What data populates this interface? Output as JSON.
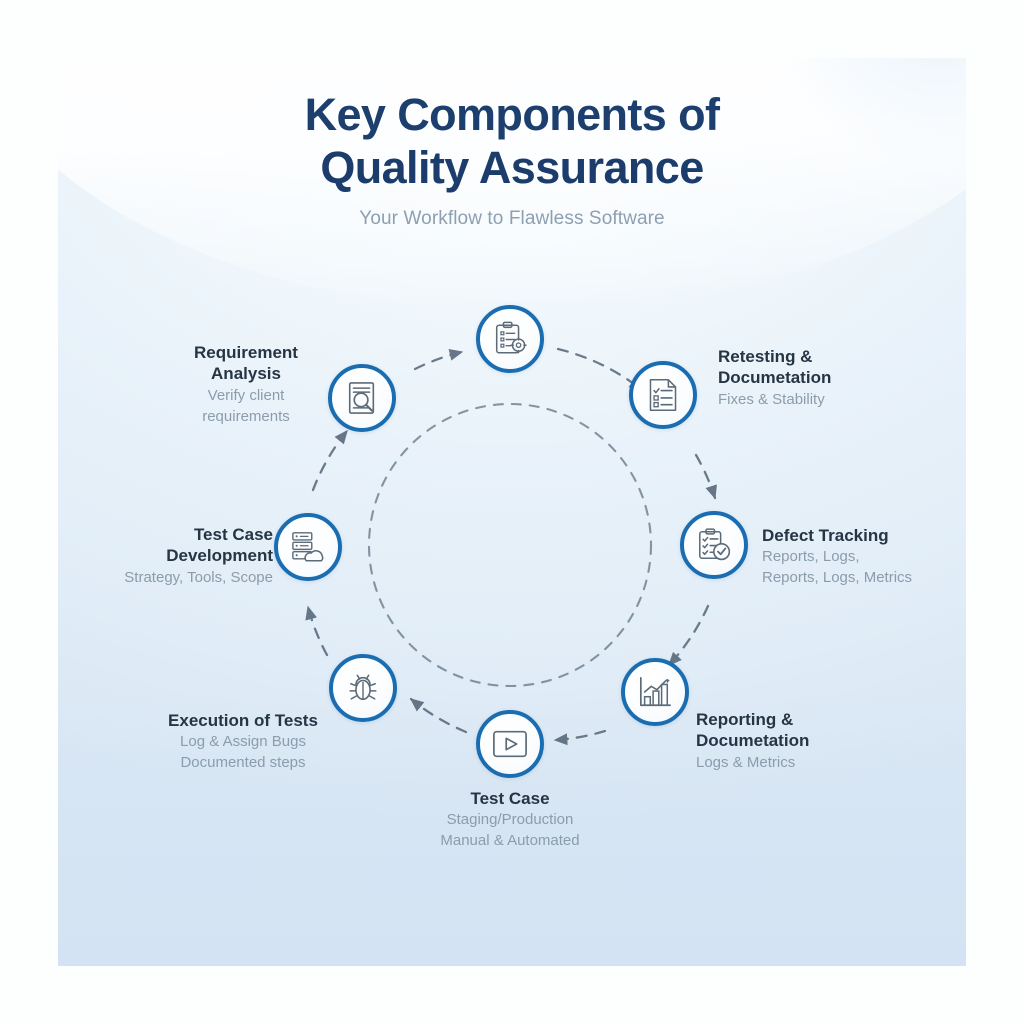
{
  "header": {
    "title_line1": "Key Components of",
    "title_line2": "Quality Assurance",
    "subtitle": "Your Workflow to Flawless Software"
  },
  "colors": {
    "title": "#1d3f6e",
    "subtitle": "#8d9fb0",
    "node_ring": "#1a6db0",
    "node_title": "#263544",
    "node_sub": "#8b9cab",
    "connector": "#5a6b7c",
    "card_background": "#e3eef8"
  },
  "diagram": {
    "type": "cycle",
    "node_count": 8,
    "connector_style": "dashed-arrow",
    "inner_circle_style": "dashed",
    "nodes": [
      {
        "id": "test-planning",
        "icon": "clipboard-gear-icon",
        "title": "",
        "sub1": "",
        "sub2": "",
        "position": "top"
      },
      {
        "id": "retesting-documentation",
        "icon": "checklist-document-icon",
        "title_line1": "Retesting &",
        "title_line2": "Documetation",
        "sub1": "Fixes & Stability",
        "sub2": "",
        "position": "top-right"
      },
      {
        "id": "defect-tracking",
        "icon": "clipboard-check-icon",
        "title_line1": "Defect Tracking",
        "title_line2": "",
        "sub1": "Reports, Logs,",
        "sub2": "Reports, Logs, Metrics",
        "position": "right"
      },
      {
        "id": "reporting-documentation",
        "icon": "bar-chart-growth-icon",
        "title_line1": "Reporting &",
        "title_line2": "Documetation",
        "sub1": "Logs & Metrics",
        "sub2": "",
        "position": "bottom-right"
      },
      {
        "id": "test-case",
        "icon": "play-button-icon",
        "title_line1": "Test Case",
        "title_line2": "",
        "sub1": "Staging/Production",
        "sub2": "Manual & Automated",
        "position": "bottom"
      },
      {
        "id": "execution-of-tests",
        "icon": "bug-icon",
        "title_line1": "Execution of Tests",
        "title_line2": "",
        "sub1": "Log & Assign Bugs",
        "sub2": "Documented steps",
        "position": "bottom-left"
      },
      {
        "id": "test-case-development",
        "icon": "server-cloud-icon",
        "title_line1": "Test Case",
        "title_line2": "Development",
        "sub1": "Strategy, Tools, Scope",
        "sub2": "",
        "position": "left"
      },
      {
        "id": "requirement-analysis",
        "icon": "document-magnifier-icon",
        "title_line1": "Requirement",
        "title_line2": "Analysis",
        "sub1": "Verify client",
        "sub2": "requirements",
        "position": "top-left"
      }
    ]
  }
}
